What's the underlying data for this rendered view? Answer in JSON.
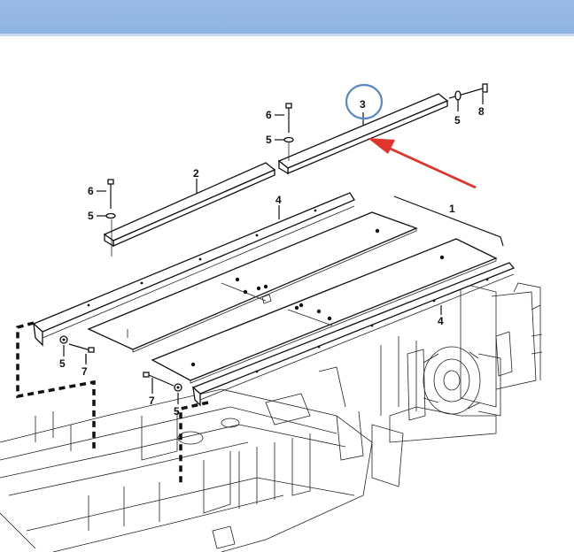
{
  "labels": {
    "p1": "1",
    "p2": "2",
    "p3": "3",
    "p4a": "4",
    "p4b": "4",
    "p5a": "5",
    "p5b": "5",
    "p5c": "5",
    "p5d": "5",
    "p6a": "6",
    "p6b": "6",
    "p7a": "7",
    "p7b": "7",
    "p8": "8"
  },
  "colors": {
    "header": "#94b6e4",
    "highlight_circle": "#5b87c6",
    "arrow": "#e0342c"
  }
}
